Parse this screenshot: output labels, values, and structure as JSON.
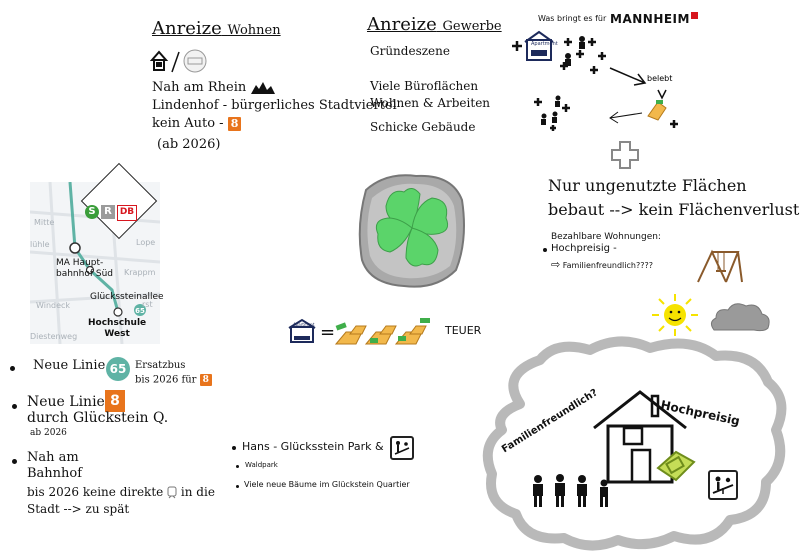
{
  "wohnen": {
    "title_main": "Anreize",
    "title_sub": "Wohnen",
    "line1": "Nah am Rhein",
    "line2": "Lindenhof - bürgerliches Stadtviertel",
    "line3": "kein Auto -",
    "badge": "8",
    "line4": "(ab 2026)"
  },
  "gewerbe": {
    "title_main": "Anreize",
    "title_sub": "Gewerbe",
    "items": [
      "Gründeszene",
      "Viele Büroflächen",
      "Wohnen & Arbeiten",
      "Schicke Gebäude"
    ]
  },
  "mannheim": {
    "question": "Was bringt es für",
    "city": "MANNHEIM",
    "label_belebt": "belebt",
    "apartment_label": "Apartment"
  },
  "flaechen": {
    "heading_line1": "Nur ungenutzte Flächen",
    "heading_line2": "bebaut --> kein Flächenverlust",
    "sub_title": "Bezahlbare Wohnungen:",
    "item1": "Hochpreisig -",
    "item2": "Familienfreundlich????"
  },
  "teuer": {
    "label": "TEUER",
    "apartment_label": "Apartment",
    "equals": "="
  },
  "map": {
    "stop1_line1": "MA Haupt-",
    "stop1_line2": "bahnhof Süd",
    "stop2": "Glückssteinallee",
    "stop3_line1": "Hochschule",
    "stop3_line2": "West",
    "line_badge": "65",
    "bg_labels": [
      "Mitte",
      "lühle",
      "Windeck",
      "Diestenweg",
      "Lope",
      "Krappm",
      "rst"
    ],
    "badge_s": "S",
    "badge_r": "R",
    "badge_db": "DB"
  },
  "left_notes": {
    "item1_text": "Neue Linie",
    "item1_badge": "65",
    "item1_note_line1": "Ersatzbus",
    "item1_note_line2": "bis 2026 für",
    "item1_note_badge": "8",
    "item2_line1": "Neue Linie",
    "item2_badge": "8",
    "item2_line2": "durch Glückstein Q.",
    "item2_line3": "ab 2026",
    "item3_line1": "Nah am",
    "item3_line2": "Bahnhof",
    "item3_line3": "bis 2026 keine direkte",
    "item3_line3b": "in die",
    "item3_line4": "Stadt --> zu spät"
  },
  "park": {
    "item1": "Hans - Glücksstein Park &",
    "item2": "Waldpark",
    "item3": "Viele neue Bäume im Glückstein Quartier"
  },
  "cloud": {
    "hochpreisig": "Hochpreisig",
    "familienfreundlich": "Familienfreundlich?"
  },
  "colors": {
    "orange": "#e8741c",
    "teal": "#5fb3a5",
    "clover": "#5bd46a",
    "sun": "#f6e300",
    "cloud_stroke": "#b9b9b9",
    "db_red": "#d7161e"
  }
}
